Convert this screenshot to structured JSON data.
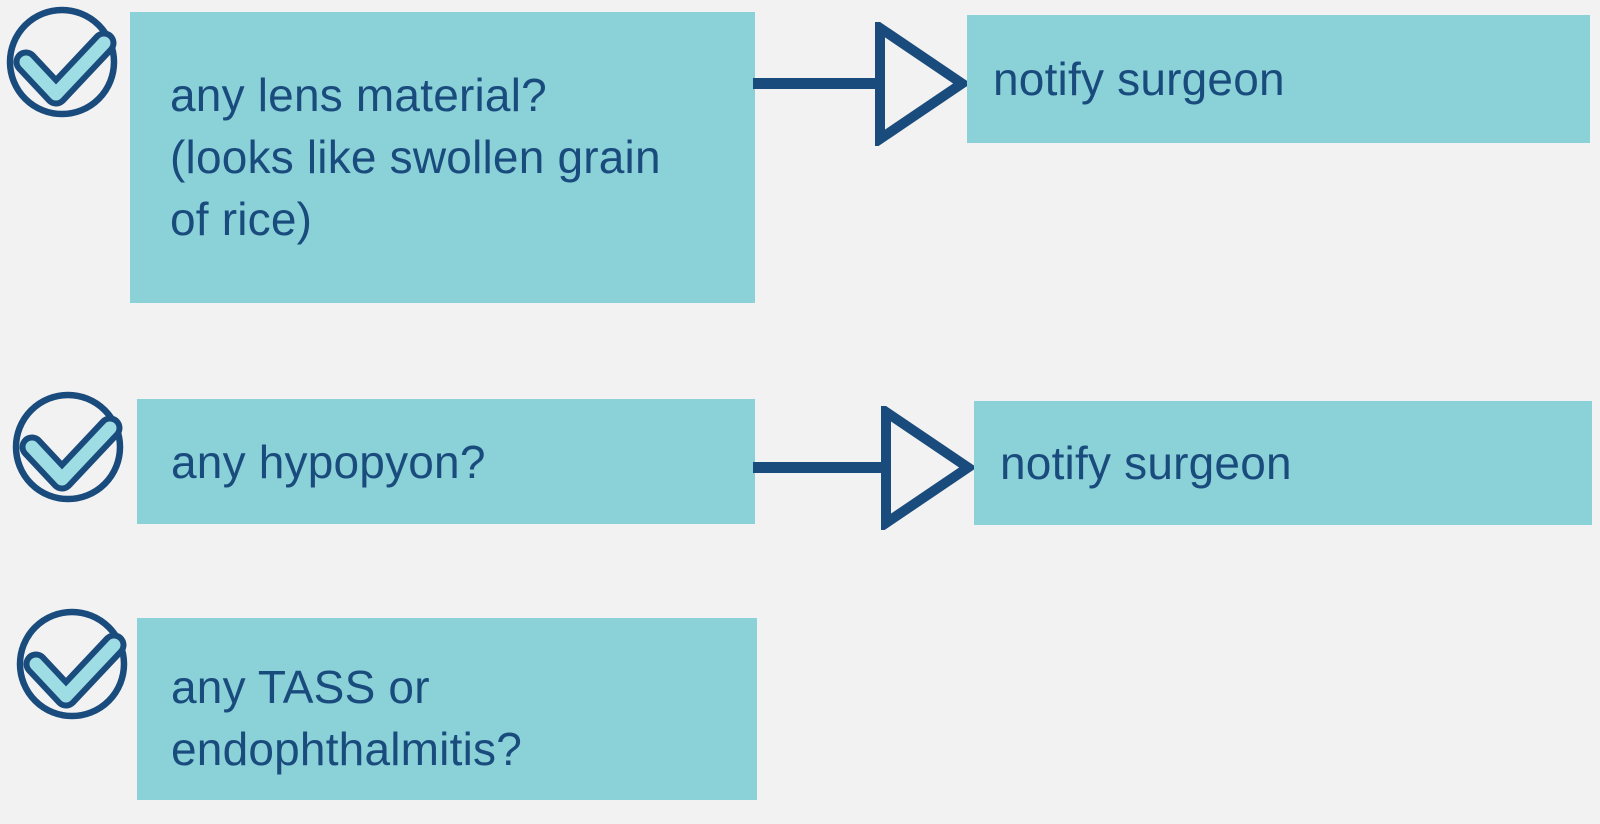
{
  "colors": {
    "bg": "#f2f2f2",
    "box-teal": "#8ad1d8",
    "navy": "#1a4b7d",
    "check-fill": "#9edde3",
    "arrow-head-fill": "#f2f2f2"
  },
  "rows": [
    {
      "icon": "check-circle",
      "question": "any lens material?\n(looks like swollen grain\nof rice)",
      "has_arrow": true,
      "action": "notify surgeon"
    },
    {
      "icon": "check-circle",
      "question": "any hypopyon?",
      "has_arrow": true,
      "action": "notify surgeon"
    },
    {
      "icon": "check-circle",
      "question": "any TASS or\nendophthalmitis?",
      "has_arrow": false,
      "action": null
    }
  ]
}
